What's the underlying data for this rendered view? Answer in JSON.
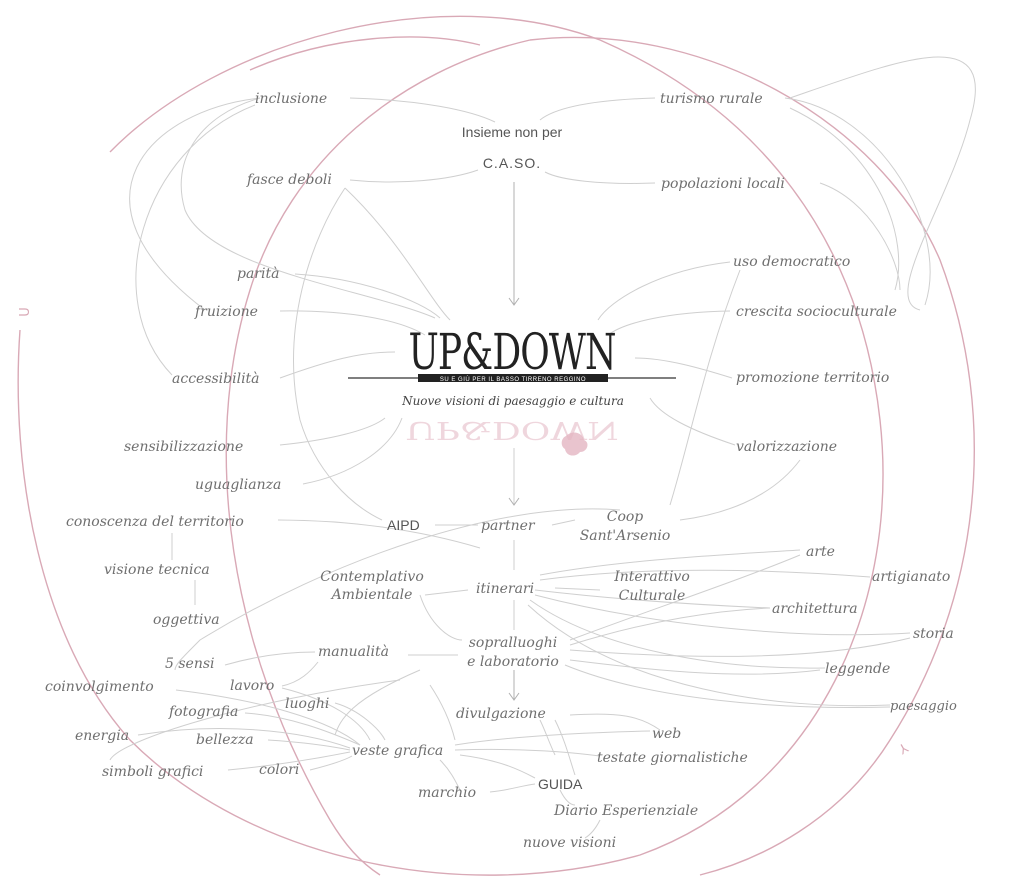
{
  "header": {
    "line1": "Insieme non per",
    "line2": "C.A.SO."
  },
  "logo": {
    "wordmark": "UP&DOWN",
    "tagline": "su e giù per il Basso Tirreno Reggino",
    "subtitle": "Nuove visioni di paesaggio e cultura"
  },
  "nodes": {
    "inclusione": "inclusione",
    "turismo_rurale": "turismo rurale",
    "fasce_deboli": "fasce deboli",
    "popolazioni_locali": "popolazioni locali",
    "parita": "parità",
    "uso_democratico": "uso democratico",
    "fruizione": "fruizione",
    "crescita_socioculturale": "crescita socioculturale",
    "accessibilita": "accessibilità",
    "promozione_territorio": "promozione territorio",
    "sensibilizzazione": "sensibilizzazione",
    "valorizzazione": "valorizzazione",
    "uguaglianza": "uguaglianza",
    "conoscenza_territorio": "conoscenza del territorio",
    "aipd": "AIPD",
    "partner": "partner",
    "coop_line1": "Coop",
    "coop_line2": "Sant'Arsenio",
    "visione_tecnica": "visione tecnica",
    "contemplativo_line1": "Contemplativo",
    "contemplativo_line2": "Ambientale",
    "itinerari": "itinerari",
    "interattivo_line1": "Interattivo",
    "interattivo_line2": "Culturale",
    "arte": "arte",
    "artigianato": "artigianato",
    "oggettiva": "oggettiva",
    "architettura": "architettura",
    "storia": "storia",
    "sopralluoghi_line1": "sopralluoghi",
    "sopralluoghi_line2": "e laboratorio",
    "cinque_sensi": "5 sensi",
    "manualita": "manualità",
    "leggende": "leggende",
    "coinvolgimento": "coinvolgimento",
    "lavoro": "lavoro",
    "paesaggio": "paesaggio",
    "luoghi": "luoghi",
    "fotografia": "fotografia",
    "divulgazione": "divulgazione",
    "web": "web",
    "energia": "energia",
    "bellezza": "bellezza",
    "veste_grafica": "veste grafica",
    "testate": "testate giornalistiche",
    "simboli_grafici": "simboli grafici",
    "colori": "colori",
    "guida": "GUIDA",
    "marchio": "marchio",
    "diario": "Diario Esperienziale",
    "nuove_visioni": "nuove visioni"
  },
  "ring_marks": {
    "left": "U",
    "right": "Y"
  },
  "colors": {
    "ring": "#d9a9b6",
    "connector": "#cfcfcf",
    "label": "#6f6f6f",
    "logo": "#222222",
    "logo_reflection": "#e3b5c2"
  }
}
